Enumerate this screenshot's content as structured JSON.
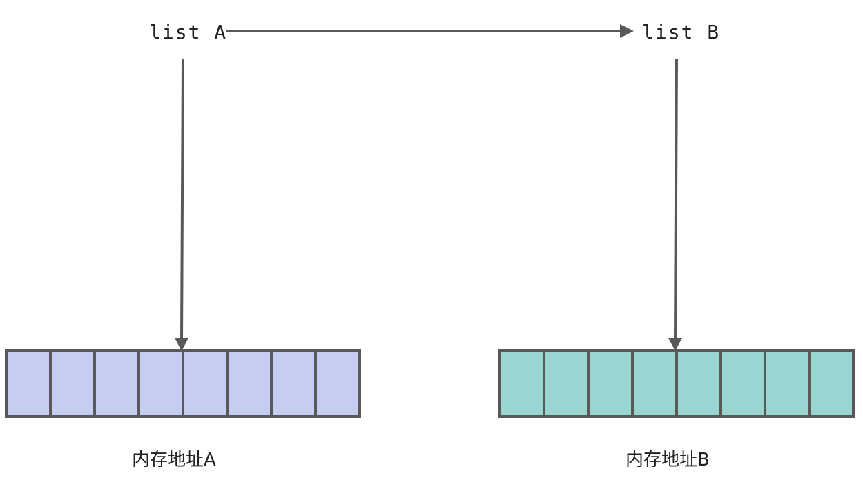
{
  "variables": {
    "list_a": "list A",
    "list_b": "list B"
  },
  "memory": {
    "a": {
      "label": "内存地址A",
      "cell_count": 8,
      "fill": "#c5cdf0"
    },
    "b": {
      "label": "内存地址B",
      "cell_count": 8,
      "fill": "#99d6d2"
    }
  },
  "colors": {
    "stroke": "#595959",
    "text": "#222222"
  }
}
